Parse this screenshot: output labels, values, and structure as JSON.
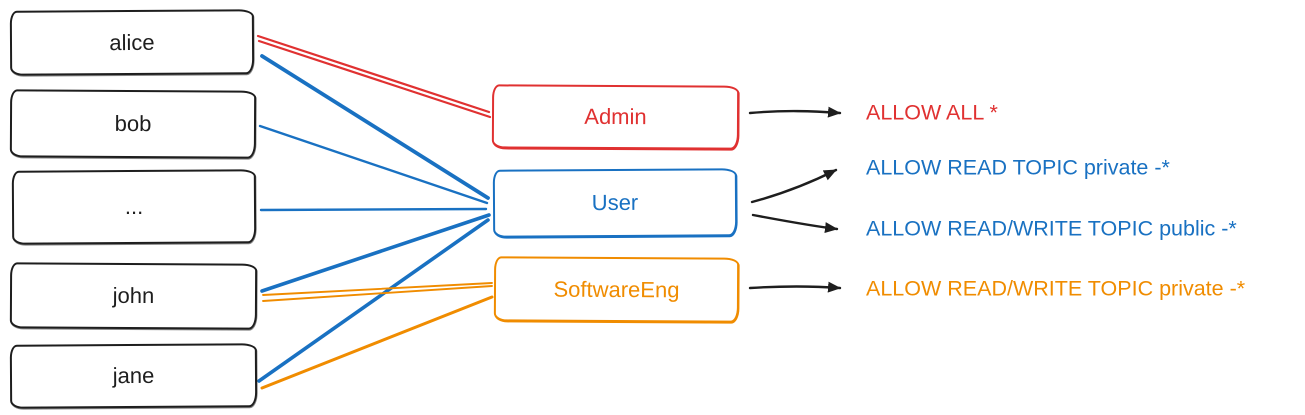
{
  "diagram": {
    "colors": {
      "ink": "#1e1e1e",
      "red": "#e03131",
      "blue": "#1971c2",
      "orange": "#f08c00",
      "background": "#ffffff"
    },
    "users": [
      {
        "label": "alice"
      },
      {
        "label": "bob"
      },
      {
        "label": "..."
      },
      {
        "label": "john"
      },
      {
        "label": "jane"
      }
    ],
    "roles": [
      {
        "label": "Admin",
        "color": "red"
      },
      {
        "label": "User",
        "color": "blue"
      },
      {
        "label": "SoftwareEng",
        "color": "orange"
      }
    ],
    "permissions": [
      {
        "label": "ALLOW ALL *",
        "color": "red",
        "from_role": "Admin"
      },
      {
        "label": "ALLOW READ TOPIC private -*",
        "color": "blue",
        "from_role": "User"
      },
      {
        "label": "ALLOW READ/WRITE TOPIC public -*",
        "color": "blue",
        "from_role": "User"
      },
      {
        "label": "ALLOW READ/WRITE TOPIC private -*",
        "color": "orange",
        "from_role": "SoftwareEng"
      }
    ],
    "memberships": [
      {
        "user": "alice",
        "role": "Admin"
      },
      {
        "user": "alice",
        "role": "User"
      },
      {
        "user": "bob",
        "role": "User"
      },
      {
        "user": "...",
        "role": "User"
      },
      {
        "user": "john",
        "role": "User"
      },
      {
        "user": "john",
        "role": "SoftwareEng"
      },
      {
        "user": "jane",
        "role": "User"
      },
      {
        "user": "jane",
        "role": "SoftwareEng"
      }
    ]
  }
}
